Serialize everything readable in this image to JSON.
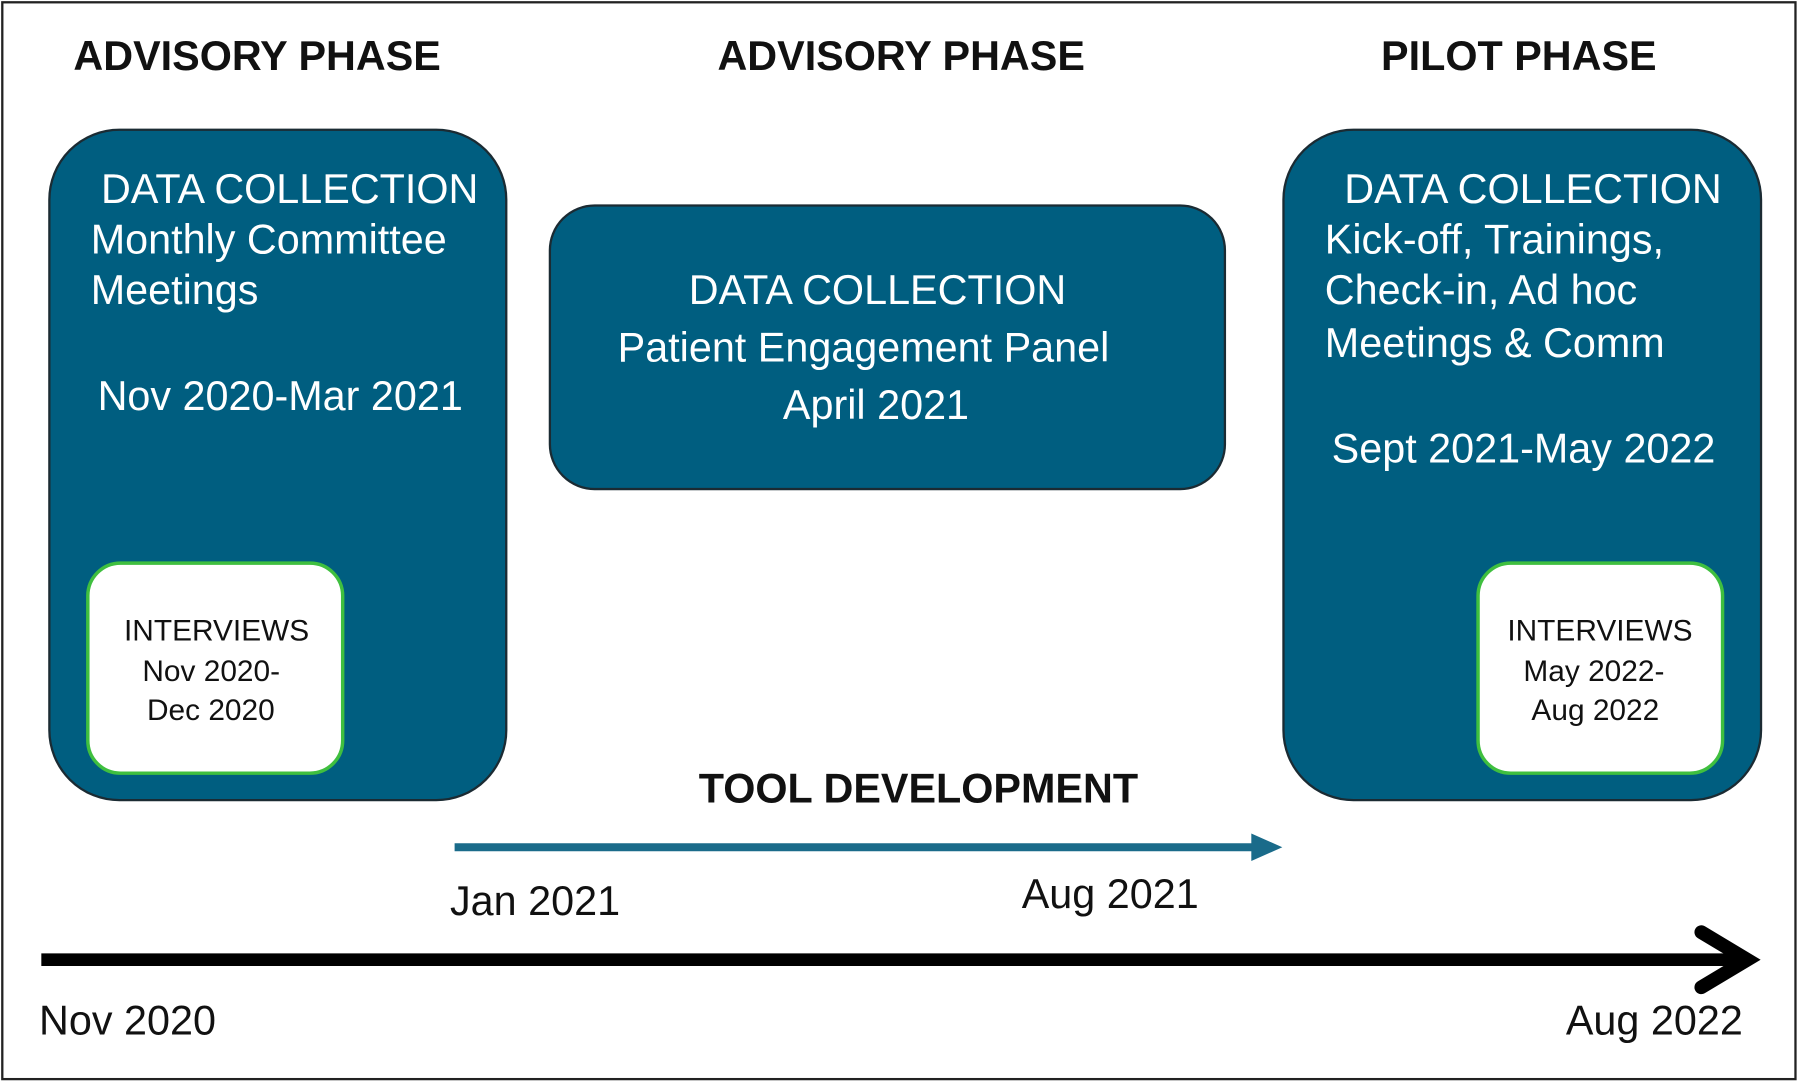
{
  "phases": {
    "left": "ADVISORY PHASE",
    "middle": "ADVISORY PHASE",
    "right": "PILOT PHASE"
  },
  "left_box": {
    "title": "DATA COLLECTION",
    "line1": "Monthly Committee",
    "line2": "Meetings",
    "dates": "Nov 2020-Mar 2021",
    "interviews": {
      "title": "INTERVIEWS",
      "line1": "Nov 2020-",
      "line2": "Dec 2020"
    }
  },
  "middle_box": {
    "title": "DATA COLLECTION",
    "line1": "Patient Engagement Panel",
    "line2": "April 2021"
  },
  "right_box": {
    "title": "DATA COLLECTION",
    "line1": "Kick-off, Trainings,",
    "line2": "Check-in, Ad hoc",
    "line3": "Meetings & Comm",
    "dates": "Sept 2021-May 2022",
    "interviews": {
      "title": "INTERVIEWS",
      "line1": "May 2022-",
      "line2": "Aug 2022"
    }
  },
  "tool_development": {
    "label": "TOOL DEVELOPMENT",
    "start": "Jan 2021",
    "end": "Aug 2021"
  },
  "timeline": {
    "start": "Nov 2020",
    "end": "Aug 2022"
  },
  "colors": {
    "box_fill": "#005e80",
    "tool_arrow": "#1a6b8a",
    "interview_border": "#3fbf3f",
    "timeline": "#000000"
  }
}
